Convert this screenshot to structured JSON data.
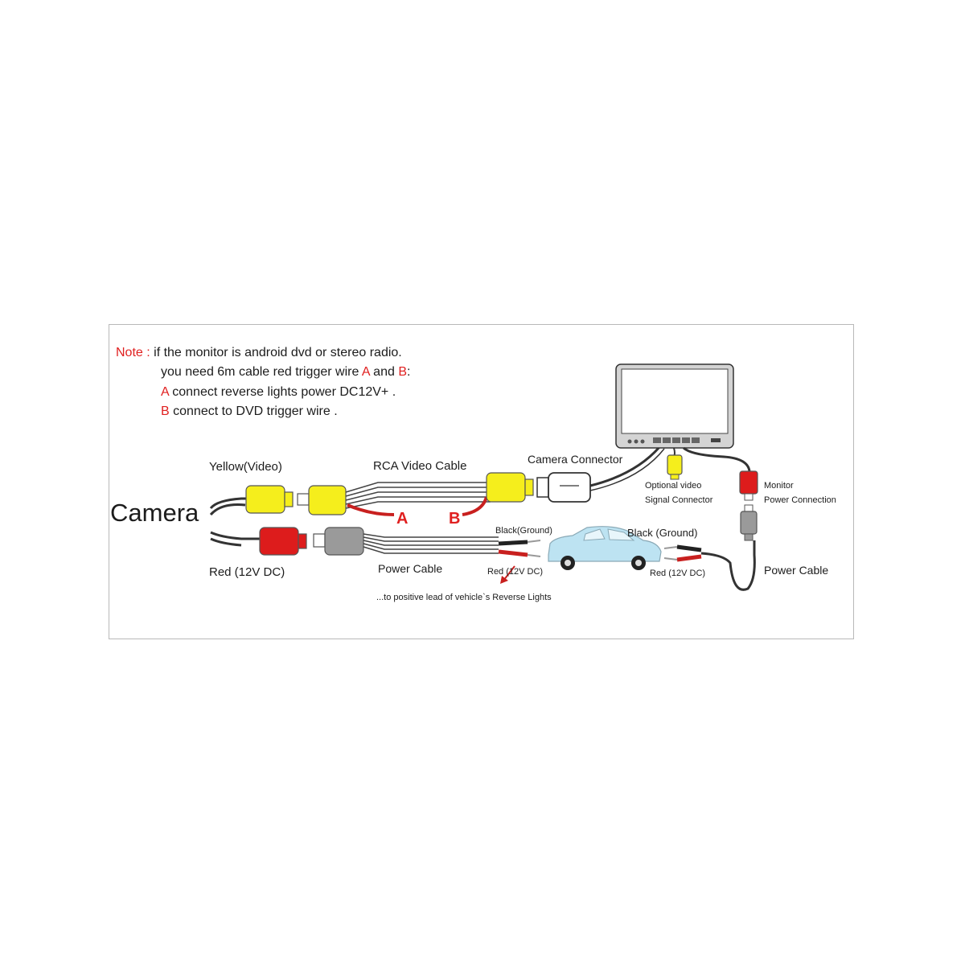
{
  "note": {
    "prefix": "Note :",
    "line1": "if the monitor is android dvd or stereo radio.",
    "line2_a": "you need 6m cable red trigger wire ",
    "line2_b": "A",
    "line2_c": " and ",
    "line2_d": "B",
    "line2_e": ":",
    "line3_letter": "A",
    "line3_text": " connect reverse lights power DC12V+ .",
    "line4_letter": "B",
    "line4_text": " connect to DVD trigger wire ."
  },
  "labels": {
    "camera": "Camera",
    "yellow_video": "Yellow(Video)",
    "red_12v": "Red (12V DC)",
    "rca_video_cable": "RCA Video  Cable",
    "camera_connector": "Camera Connector",
    "wire_a": "A",
    "wire_b": "B",
    "power_cable_left": "Power  Cable",
    "black_ground_small": "Black(Ground)",
    "red_12v_small": "Red  (12V  DC)",
    "reverse_lights": "...to positive lead of vehicle`s Reverse Lights",
    "black_ground_right": "Black (Ground)",
    "red_12v_right": "Red  (12V  DC)",
    "optional_video_1": "Optional  video",
    "optional_video_2": "Signal Connector",
    "monitor_power_1": "Monitor",
    "monitor_power_2": "Power Connection",
    "power_cable_right": "Power  Cable"
  },
  "colors": {
    "accent_red": "#e02020",
    "yellow_plug": "#f5ee1c",
    "red_plug": "#dd1c1c",
    "gray_plug": "#9a9a9a",
    "car_blue": "#bde3f2"
  },
  "icons": [
    "monitor-icon",
    "car-icon",
    "rca-plug-icon",
    "arrow-icon"
  ]
}
